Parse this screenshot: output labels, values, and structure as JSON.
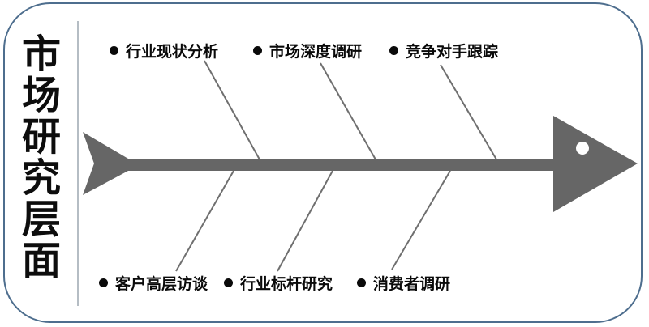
{
  "title": "市场研究层面",
  "top_labels": [
    "行业现状分析",
    "市场深度调研",
    "竞争对手跟踪"
  ],
  "bottom_labels": [
    "客户高层访谈",
    "行业标杆研究",
    "消费者调研"
  ],
  "colors": {
    "shape_gray": "#666666",
    "rib_gray": "#6f6f6f",
    "border_blue": "#4e6e8e",
    "divider_gray": "#b5bdc4",
    "text_black": "#0a0a0a",
    "eye_white": "#ffffff"
  }
}
